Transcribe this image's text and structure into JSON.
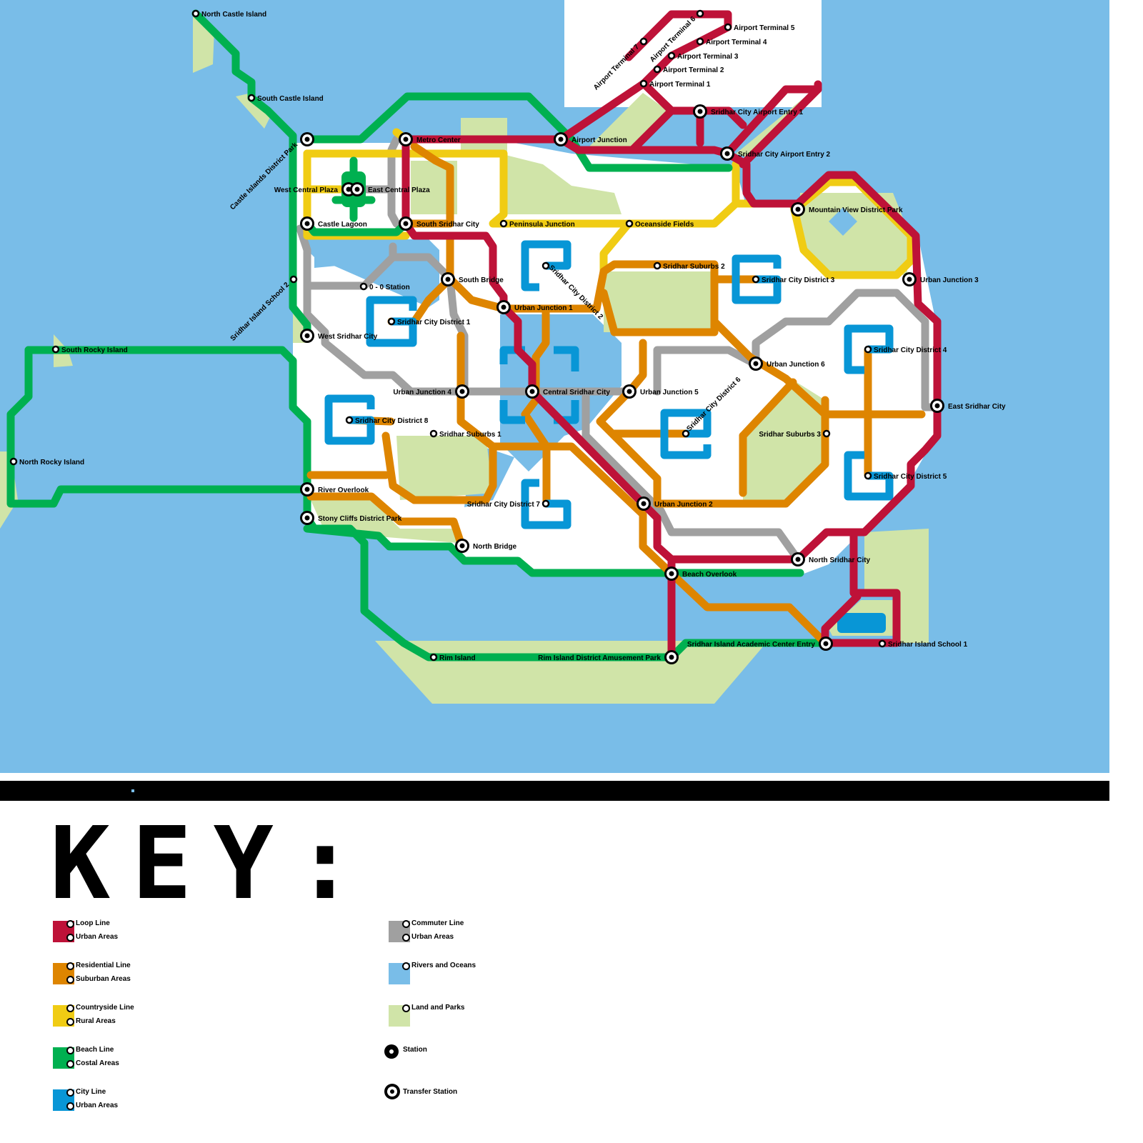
{
  "colors": {
    "water": "#79bde8",
    "land": "#d0e4a8",
    "loop": "#be1238",
    "residential": "#de8500",
    "countryside": "#f0cc14",
    "beach": "#00b050",
    "city": "#0896d6",
    "commuter": "#a0a0a0"
  },
  "stations": [
    {
      "name": "North Castle Island",
      "type": "station"
    },
    {
      "name": "South Castle Island",
      "type": "station"
    },
    {
      "name": "Castle Islands District Park",
      "type": "transfer"
    },
    {
      "name": "Metro Center",
      "type": "transfer"
    },
    {
      "name": "Airport Junction",
      "type": "transfer"
    },
    {
      "name": "Airport Terminal 1",
      "type": "station"
    },
    {
      "name": "Airport Terminal 2",
      "type": "station"
    },
    {
      "name": "Airport Terminal 3",
      "type": "station"
    },
    {
      "name": "Airport Terminal 4",
      "type": "station"
    },
    {
      "name": "Airport Terminal 5",
      "type": "station"
    },
    {
      "name": "Airport Terminal 6",
      "type": "station"
    },
    {
      "name": "Airport Terminal 7",
      "type": "station"
    },
    {
      "name": "Sridhar City Airport Entry 1",
      "type": "transfer"
    },
    {
      "name": "Sridhar City Airport Entry 2",
      "type": "transfer"
    },
    {
      "name": "West Central Plaza",
      "type": "transfer"
    },
    {
      "name": "East Central Plaza",
      "type": "transfer"
    },
    {
      "name": "Castle Lagoon",
      "type": "transfer"
    },
    {
      "name": "South Sridhar City",
      "type": "transfer"
    },
    {
      "name": "Peninsula Junction",
      "type": "station"
    },
    {
      "name": "Oceanside Fields",
      "type": "station"
    },
    {
      "name": "Mountain View District Park",
      "type": "transfer"
    },
    {
      "name": "Sridhar Suburbs 2",
      "type": "station"
    },
    {
      "name": "Sridhar City District 3",
      "type": "station"
    },
    {
      "name": "Urban Junction 3",
      "type": "transfer"
    },
    {
      "name": "0 - 0 Station",
      "type": "station"
    },
    {
      "name": "Sridhar Island School 2",
      "type": "station"
    },
    {
      "name": "South Bridge",
      "type": "transfer"
    },
    {
      "name": "Urban Junction 1",
      "type": "transfer"
    },
    {
      "name": "Sridhar City District 2",
      "type": "station"
    },
    {
      "name": "Sridhar City District 1",
      "type": "station"
    },
    {
      "name": "West Sridhar City",
      "type": "transfer"
    },
    {
      "name": "South Rocky Island",
      "type": "station"
    },
    {
      "name": "Urban Junction 6",
      "type": "transfer"
    },
    {
      "name": "Sridhar City District 4",
      "type": "station"
    },
    {
      "name": "Urban Junction 4",
      "type": "transfer"
    },
    {
      "name": "Central Sridhar City",
      "type": "transfer"
    },
    {
      "name": "Urban Junction 5",
      "type": "transfer"
    },
    {
      "name": "East Sridhar City",
      "type": "transfer"
    },
    {
      "name": "Sridhar City District 8",
      "type": "station"
    },
    {
      "name": "Sridhar Suburbs 1",
      "type": "station"
    },
    {
      "name": "Sridhar City District 6",
      "type": "station"
    },
    {
      "name": "Sridhar Suburbs 3",
      "type": "station"
    },
    {
      "name": "North Rocky Island",
      "type": "station"
    },
    {
      "name": "Sridhar City District 5",
      "type": "station"
    },
    {
      "name": "River Overlook",
      "type": "transfer"
    },
    {
      "name": "Sridhar City District 7",
      "type": "station"
    },
    {
      "name": "Urban Junction 2",
      "type": "transfer"
    },
    {
      "name": "Stony Cliffs District Park",
      "type": "transfer"
    },
    {
      "name": "North Bridge",
      "type": "transfer"
    },
    {
      "name": "North Sridhar City",
      "type": "transfer"
    },
    {
      "name": "Beach Overlook",
      "type": "transfer"
    },
    {
      "name": "Sridhar Island Academic Center Entry",
      "type": "transfer"
    },
    {
      "name": "Sridhar Island School 1",
      "type": "station"
    },
    {
      "name": "Rim Island",
      "type": "station"
    },
    {
      "name": "Rim Island District Amusement Park",
      "type": "transfer"
    }
  ],
  "key": {
    "title": "KEY:",
    "left": [
      {
        "line": "Loop Line",
        "area": "Urban Areas",
        "color": "#be1238"
      },
      {
        "line": "Residential Line",
        "area": "Suburban Areas",
        "color": "#de8500"
      },
      {
        "line": "Countryside Line",
        "area": "Rural Areas",
        "color": "#f0cc14"
      },
      {
        "line": "Beach Line",
        "area": "Costal Areas",
        "color": "#00b050"
      },
      {
        "line": "City Line",
        "area": "Urban Areas",
        "color": "#0896d6"
      }
    ],
    "right": [
      {
        "line": "Commuter Line",
        "area": "Urban Areas",
        "color": "#a0a0a0"
      },
      {
        "line": "Rivers and Oceans",
        "color": "#79bde8"
      },
      {
        "line": "Land and Parks",
        "color": "#d0e4a8"
      },
      {
        "line": "Station"
      },
      {
        "line": "Transfer Station"
      }
    ]
  }
}
